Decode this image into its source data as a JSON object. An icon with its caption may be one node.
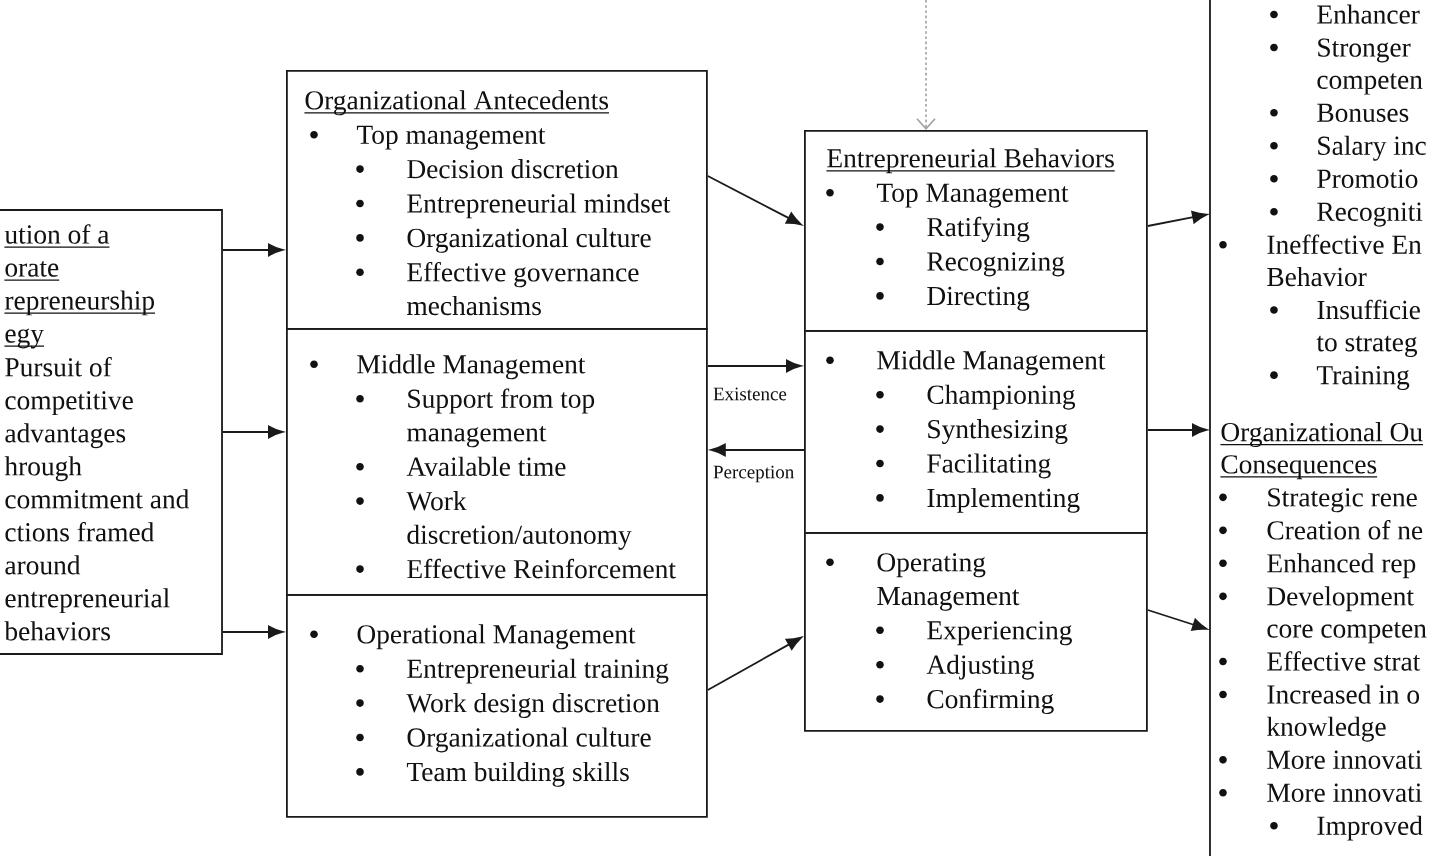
{
  "diagram": {
    "nodes": [
      {
        "text": [
          "ution of a orate repreneurship egy",
          "Pursuit of competitive advantages hrough commitment and ctions framed around entrepreneurial behaviors"
        ]
      },
      {
        "text": [
          "Organizational Antecedents",
          "Top management",
          "Decision discretion",
          "Entrepreneurial mindset",
          "Organizational culture",
          "Effective governance mechanisms"
        ]
      },
      {
        "text": [
          "Middle Management",
          "Support from top management",
          "Available time",
          "Work discretion/autonomy",
          "Effective Reinforcement"
        ]
      },
      {
        "text": [
          "Operational Management",
          "Entrepreneurial training",
          "Work design discretion",
          "Organizational culture",
          "Team building skills"
        ]
      },
      {
        "text": [
          "Entrepreneurial Behaviors",
          "Top Management",
          "Ratifying",
          "Recognizing",
          "Directing"
        ]
      },
      {
        "text": [
          "Middle Management",
          "Championing",
          "Synthesizing",
          "Facilitating",
          "Implementing"
        ]
      },
      {
        "text": [
          "Operating Management",
          "Experiencing",
          "Adjusting",
          "Confirming"
        ]
      },
      {
        "text": [
          "Enhancer",
          "Stronger competen",
          "Bonuses",
          "Salary inc",
          "Promotio",
          "Recogniti",
          "Ineffective En Behavior",
          "Insufficie to strateg",
          "Training",
          "Organizational Ou Consequences",
          "Strategic rene",
          "Creation of ne",
          "Enhanced rep",
          "Development core competen",
          "Effective strat",
          "Increased in o knowledge",
          "More innovati",
          "More innovati",
          "Improved"
        ]
      }
    ],
    "edges": [
      {
        "from": 0,
        "to": 1,
        "arrow": "to"
      },
      {
        "from": 0,
        "to": 2,
        "arrow": "to"
      },
      {
        "from": 0,
        "to": 3,
        "arrow": "to"
      },
      {
        "from": 1,
        "to": 4,
        "arrow": "to"
      },
      {
        "from": 2,
        "to": 5,
        "arrow": "to",
        "label": "Existence"
      },
      {
        "from": 5,
        "to": 2,
        "arrow": "to",
        "label": "Perception"
      },
      {
        "from": 3,
        "to": 6,
        "arrow": "to"
      },
      {
        "from": 4,
        "to": 7,
        "arrow": "to"
      },
      {
        "from": 5,
        "to": 7,
        "arrow": "to"
      },
      {
        "from": 6,
        "to": 7,
        "arrow": "to"
      },
      {
        "from": null,
        "to": 4,
        "arrow": "to",
        "style": "dashed",
        "color": "#a0a0a0"
      }
    ]
  }
}
